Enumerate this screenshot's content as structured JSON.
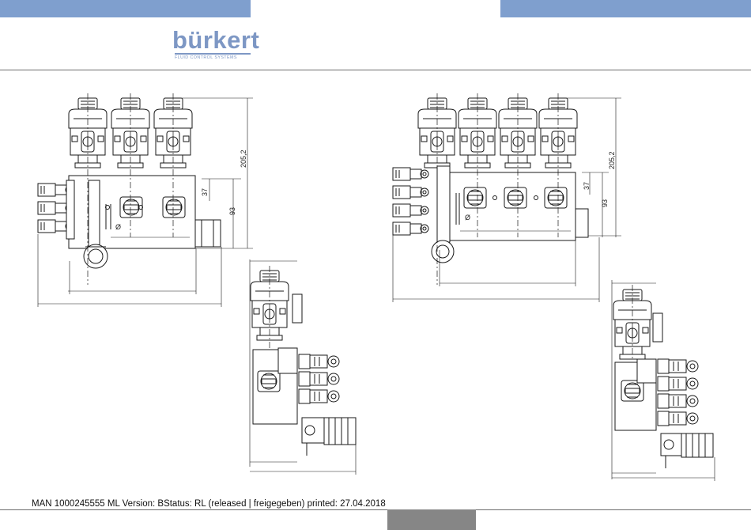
{
  "header": {
    "brand": "bürkert",
    "tagline": "FLUID CONTROL SYSTEMS"
  },
  "drawing_left": {
    "dim_total_height": "205,2",
    "dim_body_height": "93",
    "dim_port_height": "37",
    "dim_diameter": "Ø"
  },
  "drawing_right": {
    "dim_total_height": "205,2",
    "dim_body_height": "93",
    "dim_port_height": "37",
    "dim_diameter": "Ø"
  },
  "footer": {
    "doc_info": "MAN  1000245555  ML  Version: BStatus: RL (released | freigegeben)  printed: 27.04.2018"
  },
  "colors": {
    "accent_bar": "#7f9fce",
    "logo": "#7d97c4",
    "page_tab": "#868686"
  }
}
